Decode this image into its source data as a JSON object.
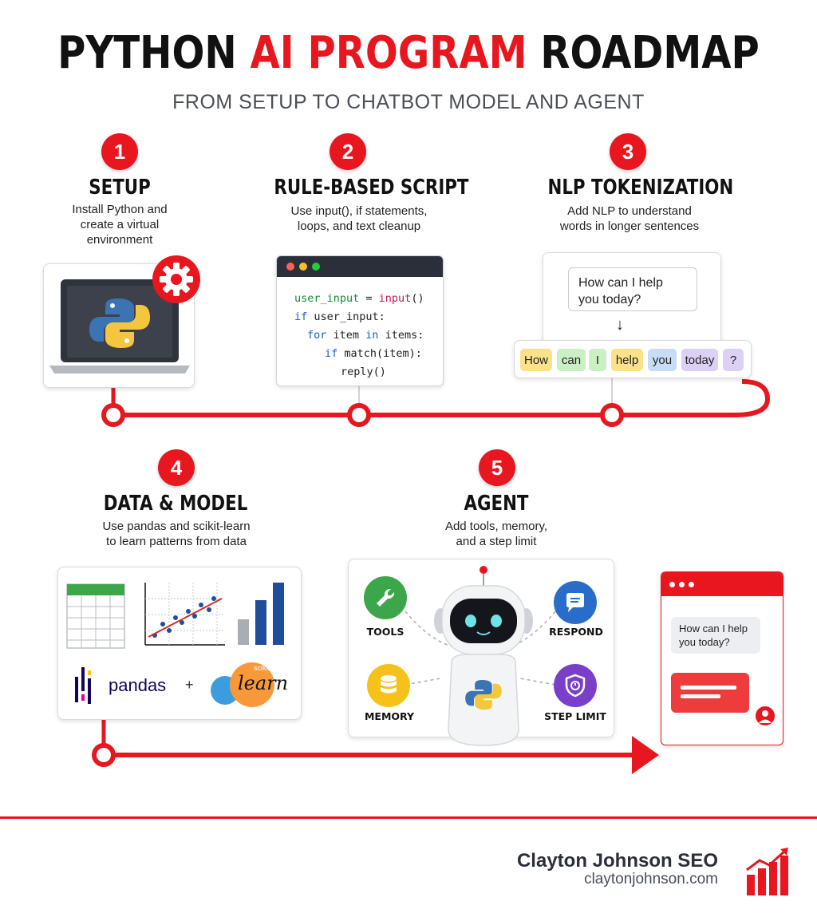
{
  "header": {
    "title_part1": "PYTHON ",
    "title_part2": "AI PROGRAM",
    "title_part3": " ROADMAP",
    "subtitle": "FROM SETUP TO CHATBOT MODEL AND AGENT"
  },
  "steps": [
    {
      "number": "1",
      "title": "SETUP",
      "desc_line1": "Install Python and",
      "desc_line2": "create a virtual",
      "desc_line3": "environment"
    },
    {
      "number": "2",
      "title": "RULE-BASED SCRIPT",
      "desc_line1": "Use input(), if statements,",
      "desc_line2": "loops, and text cleanup"
    },
    {
      "number": "3",
      "title": "NLP TOKENIZATION",
      "desc_line1": "Add NLP to understand",
      "desc_line2": "words in longer sentences"
    },
    {
      "number": "4",
      "title": "DATA & MODEL",
      "desc_line1": "Use pandas and scikit-learn",
      "desc_line2": "to learn patterns from data"
    },
    {
      "number": "5",
      "title": "AGENT",
      "desc_line1": "Add tools, memory,",
      "desc_line2": "and a step limit"
    }
  ],
  "code": {
    "line1_var": "user_input",
    "line1_op": " = ",
    "line1_fn": "input",
    "line1_end": "()",
    "line2_kw": "if",
    "line2_rest": " user_input:",
    "line3_kw": "for",
    "line3_mid": " item ",
    "line3_kw2": "in",
    "line3_rest": " items:",
    "line4_kw": "if",
    "line4_rest": " match(item):",
    "line5": "reply()"
  },
  "nlp": {
    "bubble_line1": "How can I help",
    "bubble_line2": "you today?",
    "arrow": "↓",
    "tokens": [
      {
        "text": "How",
        "color": "#fbe28a"
      },
      {
        "text": "can",
        "color": "#c9efc3"
      },
      {
        "text": "I",
        "color": "#c9efc3"
      },
      {
        "text": "help",
        "color": "#fbe28a"
      },
      {
        "text": "you",
        "color": "#c6dcf7"
      },
      {
        "text": "today",
        "color": "#ddd0f5"
      },
      {
        "text": "?",
        "color": "#ddd0f5"
      }
    ]
  },
  "data_model": {
    "pandas_label": "pandas",
    "plus": "+",
    "sklearn_small": "scikit",
    "sklearn_big": "learn"
  },
  "agent": {
    "tools": "TOOLS",
    "respond": "RESPOND",
    "memory": "MEMORY",
    "step_limit": "STEP LIMIT"
  },
  "chat": {
    "bubble_line1": "How can I help",
    "bubble_line2": "you today?"
  },
  "footer": {
    "brand": "Clayton Johnson SEO",
    "url": "claytonjohnson.com"
  },
  "colors": {
    "accent": "#e8161e",
    "python_blue": "#3b74b3",
    "python_yellow": "#f4c63d"
  }
}
